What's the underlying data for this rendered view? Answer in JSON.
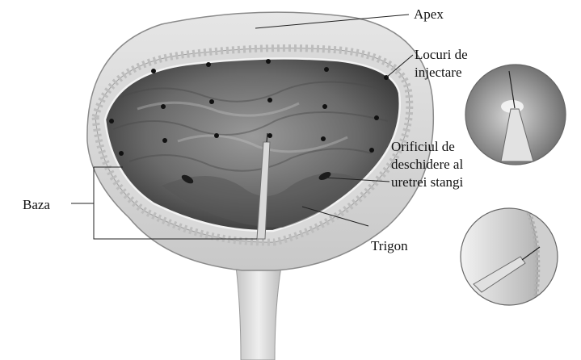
{
  "labels": {
    "apex": "Apex",
    "injection_sites_line1": "Locuri de",
    "injection_sites_line2": "injectare",
    "orifice_line1": "Orificiul de",
    "orifice_line2": "deschidere al",
    "orifice_line3": "uretrei stangi",
    "base": "Baza",
    "trigone": "Trigon"
  },
  "colors": {
    "label_text": "#111111",
    "leader_line": "#222222",
    "injection_dot": "#111111"
  },
  "illustration": {
    "subject": "bladder cross-section with cystoscopic injection needle",
    "inset_top": "close-up of needle injection into bladder wall",
    "inset_bottom": "side view of needle entering bladder wall"
  }
}
